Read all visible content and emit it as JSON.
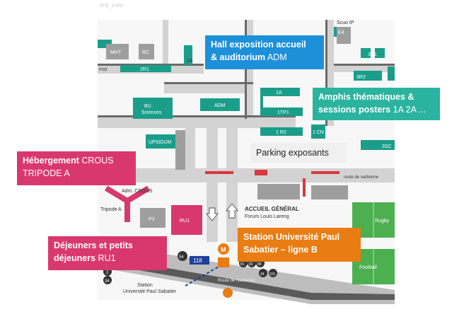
{
  "callouts": {
    "hall": {
      "bold1": "Hall exposition  accueil",
      "bold2": "& auditorium",
      "normal2": " ADM"
    },
    "amphis": {
      "bold1": "Amphis thématiques &",
      "bold2": "sessions posters",
      "normal2": " 1A 2A ..."
    },
    "parking": {
      "text": "Parking exposants"
    },
    "hebergement": {
      "bold1": "Hébergement",
      "normal1": " CROUS",
      "normal2": "TRIPODE A"
    },
    "dejeuners": {
      "bold1": "Déjeuners et petits",
      "bold2": "déjeuners",
      "normal2": " RU1"
    },
    "station": {
      "bold1": "Station Université Paul",
      "bold2": "Sabatier – ligne B"
    }
  },
  "map_labels": {
    "top_left": "SFB_3-BM",
    "mht": "MHT",
    "rc": "RC",
    "two_a": "2A",
    "two_r1": "2R1",
    "mst": "mst",
    "scuo": "Scuo IP",
    "e4": "E4",
    "three_r1": "3R1",
    "three_r2": "3R2",
    "one_a": "1A",
    "adm": "ADM",
    "bu": "BU",
    "sciences": "Sciences",
    "one_tp1": "1TP1",
    "one_r2": "1 R2",
    "one_cn": "1 CN",
    "three_sc": "3SC",
    "upsidum": "UPSIDUM",
    "adm_crous": "Adm. CROUS",
    "tripode_a": "Tripode A",
    "p3": "P3",
    "ru1": "RU1",
    "accueil": "ACCUEIL GÉNÉRAL",
    "forum": "Forum Louis Lareng",
    "rugby": "Rugby",
    "football": "Football",
    "station": "Station",
    "station_name": "Université Paul Sabatier",
    "avenue": "Route de Narbonne",
    "route_narbonne": "route de narbonne",
    "m": "M",
    "bus_118": "118",
    "bus_54": "54",
    "bus_34": "34",
    "bus_2": "2",
    "bus_81": "81",
    "bus_82": "82",
    "bus_88": "88",
    "bus_115": "115",
    "bus_34b": "34"
  },
  "colors": {
    "blue": "#1e90d9",
    "teal": "#2bb39f",
    "pink": "#d9386e",
    "orange": "#e97c12",
    "building_teal": "#1a9e8a",
    "road": "#d6d6d6",
    "dark": "#555555",
    "field": "#4caf50"
  }
}
